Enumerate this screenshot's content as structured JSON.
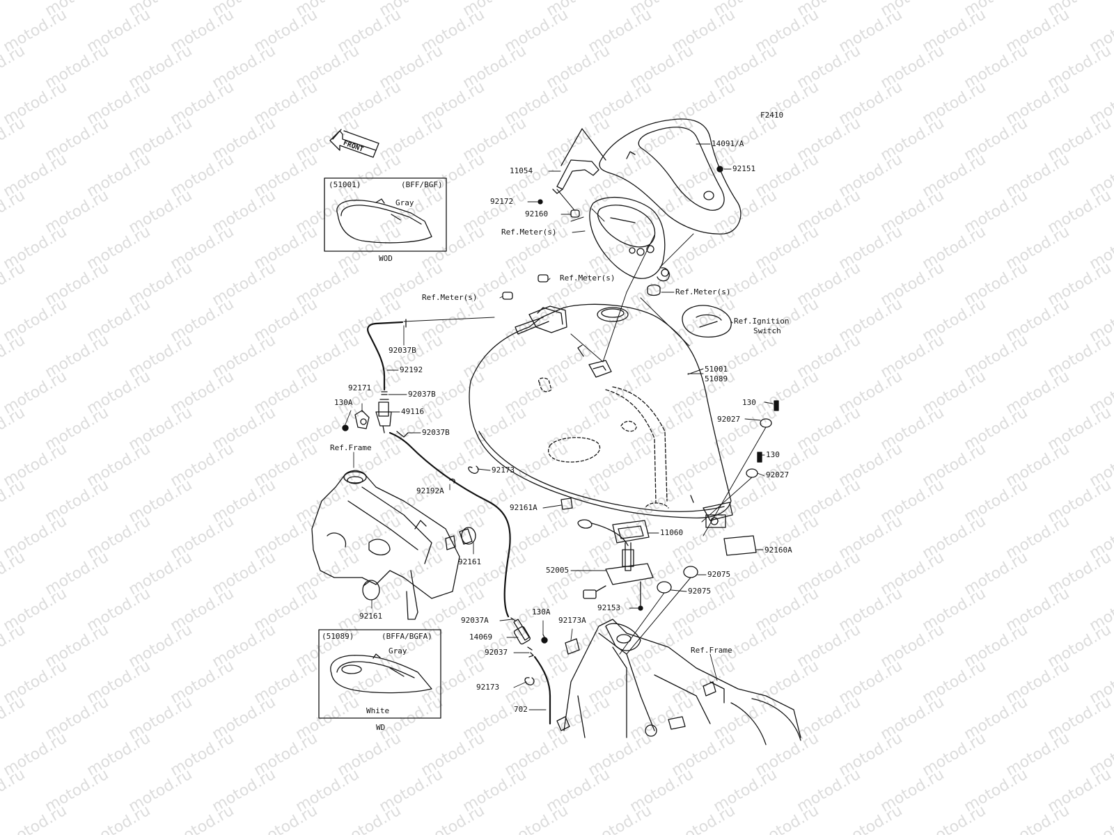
{
  "watermark": "motod.ru",
  "figure_code": "F2410",
  "front_label": "FRONT",
  "inset_top": {
    "part_no": "(51001)",
    "variant": "(BFF/BGF)",
    "color": "Gray",
    "footer": "WOD"
  },
  "inset_bottom": {
    "part_no": "(51089)",
    "variant": "(BFFA/BGFA)",
    "color_top": "Gray",
    "color_bottom": "White",
    "footer": "WD"
  },
  "callouts": {
    "p14091a": "14091/A",
    "p92151": "92151",
    "p11054": "11054",
    "p92172": "92172",
    "p92160": "92160",
    "ref_meter_1": "Ref.Meter(s)",
    "ref_meter_2": "Ref.Meter(s)",
    "ref_meter_3": "Ref.Meter(s)",
    "ref_meter_4": "Ref.Meter(s)",
    "ref_ignition_1": "Ref.Ignition",
    "ref_ignition_2": "Switch",
    "p51001": "51001",
    "p51089": "51089",
    "p92037b_1": "92037B",
    "p92192": "92192",
    "p92171": "92171",
    "p92037b_2": "92037B",
    "p130a_1": "130A",
    "p49116": "49116",
    "p92037b_3": "92037B",
    "ref_frame_1": "Ref.Frame",
    "p92173_1": "92173",
    "p92192a": "92192A",
    "p130_1": "130",
    "p92027_1": "92027",
    "p130_2": "130",
    "p92027_2": "92027",
    "p92161a": "92161A",
    "p11060": "11060",
    "p92160a": "92160A",
    "p92161_1": "92161",
    "p52005": "52005",
    "p92075_1": "92075",
    "p92075_2": "92075",
    "p92161_2": "92161",
    "p92153": "92153",
    "p92037a": "92037A",
    "p130a_2": "130A",
    "p92173a": "92173A",
    "p14069": "14069",
    "p92037": "92037",
    "ref_frame_2": "Ref.Frame",
    "p92173_2": "92173",
    "p702": "702"
  }
}
